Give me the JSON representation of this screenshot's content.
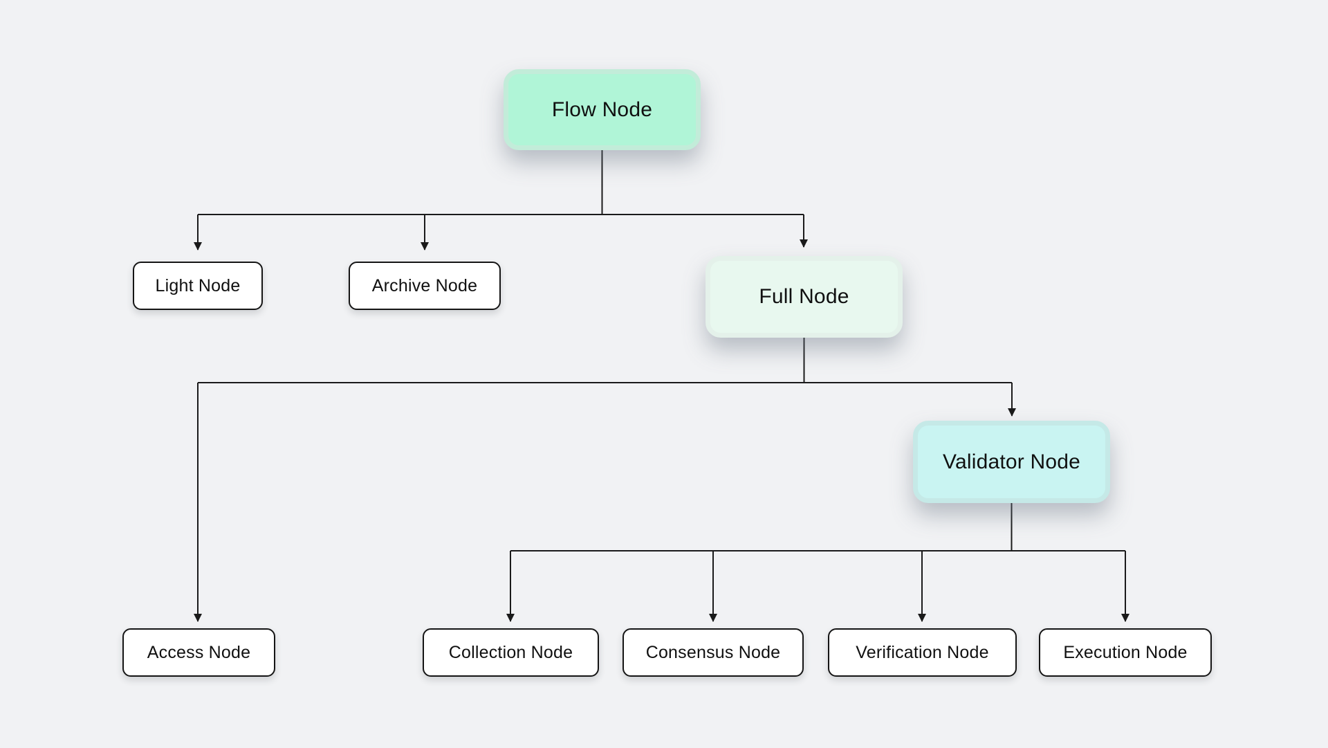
{
  "diagram": {
    "background_color": "#f1f2f4",
    "connector_color": "#1a1a1a",
    "node_accent_colors": {
      "flow": "#b0f5d7",
      "full": "#e8f8ef",
      "validator": "#c9f4f2",
      "plain": "#ffffff"
    },
    "nodes": [
      {
        "id": "flow",
        "label": "Flow Node",
        "fill": "#b0f5d7",
        "style": "highlight-green"
      },
      {
        "id": "light",
        "label": "Light Node",
        "fill": "#ffffff",
        "style": "plain"
      },
      {
        "id": "archive",
        "label": "Archive Node",
        "fill": "#ffffff",
        "style": "plain"
      },
      {
        "id": "full",
        "label": "Full Node",
        "fill": "#e8f8ef",
        "style": "highlight-pale-green"
      },
      {
        "id": "access",
        "label": "Access Node",
        "fill": "#ffffff",
        "style": "plain"
      },
      {
        "id": "validator",
        "label": "Validator Node",
        "fill": "#c9f4f2",
        "style": "highlight-cyan"
      },
      {
        "id": "collection",
        "label": "Collection Node",
        "fill": "#ffffff",
        "style": "plain"
      },
      {
        "id": "consensus",
        "label": "Consensus Node",
        "fill": "#ffffff",
        "style": "plain"
      },
      {
        "id": "verification",
        "label": "Verification Node",
        "fill": "#ffffff",
        "style": "plain"
      },
      {
        "id": "execution",
        "label": "Execution Node",
        "fill": "#ffffff",
        "style": "plain"
      }
    ],
    "edges": [
      {
        "from": "Flow Node",
        "to": "Light Node"
      },
      {
        "from": "Flow Node",
        "to": "Archive Node"
      },
      {
        "from": "Flow Node",
        "to": "Full Node"
      },
      {
        "from": "Full Node",
        "to": "Access Node"
      },
      {
        "from": "Full Node",
        "to": "Validator Node"
      },
      {
        "from": "Validator Node",
        "to": "Collection Node"
      },
      {
        "from": "Validator Node",
        "to": "Consensus Node"
      },
      {
        "from": "Validator Node",
        "to": "Verification Node"
      },
      {
        "from": "Validator Node",
        "to": "Execution Node"
      }
    ]
  }
}
